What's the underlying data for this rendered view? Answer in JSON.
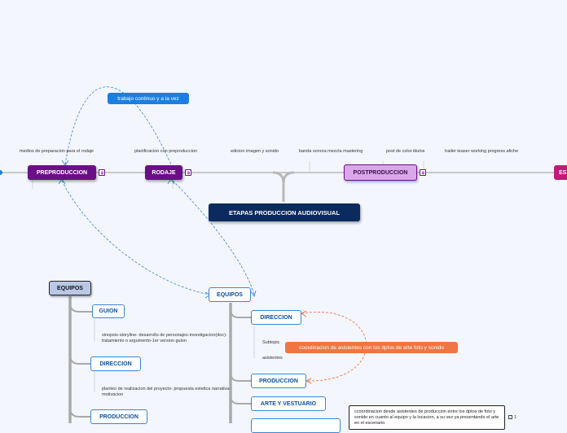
{
  "central": {
    "label": "ETAPAS PRODUCCION AUDIOVISUAL"
  },
  "stages": {
    "preproduccion": "PREPRODUCCION",
    "rodaje": "RODAJE",
    "postproduccion": "POSTPRODUCCION",
    "es_partial": "ES"
  },
  "stage_labels": {
    "preproduccion": "medios de preparacion para el rodaje",
    "rodaje": "planificacion con preproduccion",
    "post_1": "edicion imagen y sonido",
    "post_2": "banda sonora  mezcla mastering",
    "post_3": "post de color titulos",
    "post_4": "trailer teaser working progress afiche"
  },
  "floating": {
    "trabajo": "trabajo continuo y a la vez",
    "coordinacion": "coordinacion de asistentes con los dptos de arte foto y sonido"
  },
  "left_tree": {
    "root": "EQUIPOS",
    "guion": "GUION",
    "guion_note": "sinopsis-storyline- desarrollo de personajes-investigacion(doc)-tratamiento o argumento-1er version guion",
    "direccion": "DIRECCION",
    "direccion_note": "planteo de realizacion del proyecto- propuesta estetica narrativa-motivacion",
    "produccion": "PRODUCCION"
  },
  "right_tree": {
    "root": "EQUIPOS",
    "direccion": "DIRECCION",
    "subtopic": "Subtopic",
    "asistentes": "asistentes",
    "produccion": "PRODUCCION",
    "arte": "ARTE Y VESTUARIO"
  },
  "note_box": {
    "text": "ccoordinacion desde asistentes de produccion entre los dptos de foto y sonido en cuanto al equipo y la locacion, a su vez ya presentando el arte en el escenario",
    "counter": "1"
  },
  "colors": {
    "background": "#f4f6fe",
    "stage_purple": "#6a0f86",
    "central_navy": "#0b2a5e",
    "connector_gray": "#b8b8b8",
    "link_blue": "#4a8fd8",
    "link_orange": "#ef7542"
  }
}
